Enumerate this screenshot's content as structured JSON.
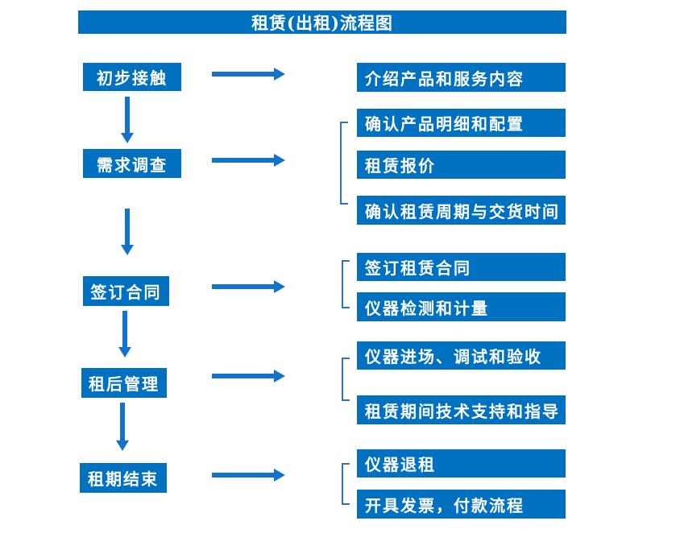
{
  "title": "租赁(出租)流程图",
  "colors": {
    "box_fill": "#0070C0",
    "arrow": "#1372CA",
    "bracket": "#2E75B6",
    "text": "#ffffff",
    "background": "#ffffff"
  },
  "left_steps": [
    {
      "label": "初步接触"
    },
    {
      "label": "需求调查"
    },
    {
      "label": "签订合同"
    },
    {
      "label": "租后管理"
    },
    {
      "label": "租期结束"
    }
  ],
  "right_items": [
    {
      "label": "介绍产品和服务内容"
    },
    {
      "label": "确认产品明细和配置"
    },
    {
      "label": "租赁报价"
    },
    {
      "label": "确认租赁周期与交货时间"
    },
    {
      "label": "签订租赁合同"
    },
    {
      "label": "仪器检测和计量"
    },
    {
      "label": "仪器进场、调试和验收"
    },
    {
      "label": "租赁期间技术支持和指导"
    },
    {
      "label": "仪器退租"
    },
    {
      "label": "开具发票，付款流程"
    }
  ]
}
